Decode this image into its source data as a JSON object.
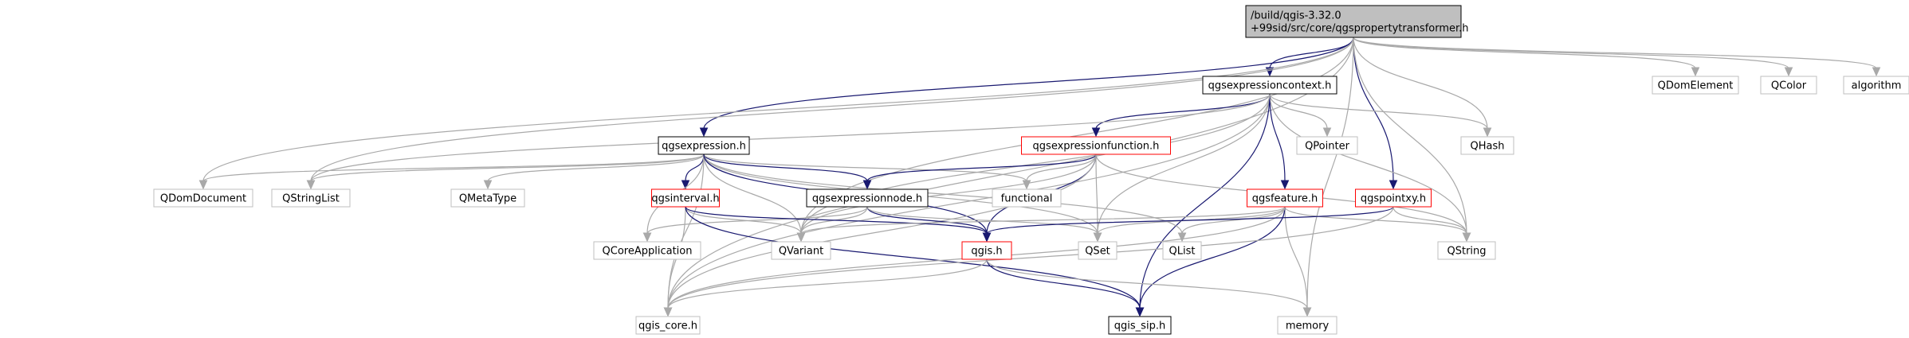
{
  "colors": {
    "edge_project": "#191970",
    "edge_external": "#a9a9a9",
    "border_normal": "#000000",
    "border_truncated": "#ff0000",
    "border_external": "#bfbfbf",
    "fill_root": "#bfbfbf",
    "fill_default": "#ffffff"
  },
  "graph": {
    "nodes": [
      {
        "id": "root",
        "kind": "root",
        "lines": [
          "/build/qgis-3.32.0",
          "+99sid/src/core/qgspropertytransformer.h"
        ]
      },
      {
        "id": "qgsexpressioncontext",
        "kind": "normal",
        "lines": [
          "qgsexpressioncontext.h"
        ]
      },
      {
        "id": "qgsexpression",
        "kind": "normal",
        "lines": [
          "qgsexpression.h"
        ]
      },
      {
        "id": "qgsexpressionfunction",
        "kind": "truncated",
        "lines": [
          "qgsexpressionfunction.h"
        ]
      },
      {
        "id": "qgsexpressionnode",
        "kind": "normal",
        "lines": [
          "qgsexpressionnode.h"
        ]
      },
      {
        "id": "qgsinterval",
        "kind": "truncated",
        "lines": [
          "qgsinterval.h"
        ]
      },
      {
        "id": "qgsfeature",
        "kind": "truncated",
        "lines": [
          "qgsfeature.h"
        ]
      },
      {
        "id": "qgspointxy",
        "kind": "truncated",
        "lines": [
          "qgspointxy.h"
        ]
      },
      {
        "id": "qgis",
        "kind": "truncated",
        "lines": [
          "qgis.h"
        ]
      },
      {
        "id": "qgis_core",
        "kind": "external",
        "lines": [
          "qgis_core.h"
        ]
      },
      {
        "id": "qgis_sip",
        "kind": "normal",
        "lines": [
          "qgis_sip.h"
        ]
      },
      {
        "id": "QDomElement",
        "kind": "external",
        "lines": [
          "QDomElement"
        ]
      },
      {
        "id": "QColor",
        "kind": "external",
        "lines": [
          "QColor"
        ]
      },
      {
        "id": "algorithm",
        "kind": "external",
        "lines": [
          "algorithm"
        ]
      },
      {
        "id": "QPointer",
        "kind": "external",
        "lines": [
          "QPointer"
        ]
      },
      {
        "id": "QHash",
        "kind": "external",
        "lines": [
          "QHash"
        ]
      },
      {
        "id": "QDomDocument",
        "kind": "external",
        "lines": [
          "QDomDocument"
        ]
      },
      {
        "id": "QStringList",
        "kind": "external",
        "lines": [
          "QStringList"
        ]
      },
      {
        "id": "QMetaType",
        "kind": "external",
        "lines": [
          "QMetaType"
        ]
      },
      {
        "id": "functional",
        "kind": "external",
        "lines": [
          "functional"
        ]
      },
      {
        "id": "QVariant",
        "kind": "external",
        "lines": [
          "QVariant"
        ]
      },
      {
        "id": "QCoreApplication",
        "kind": "external",
        "lines": [
          "QCoreApplication"
        ]
      },
      {
        "id": "QSet",
        "kind": "external",
        "lines": [
          "QSet"
        ]
      },
      {
        "id": "QList",
        "kind": "external",
        "lines": [
          "QList"
        ]
      },
      {
        "id": "QString",
        "kind": "external",
        "lines": [
          "QString"
        ]
      },
      {
        "id": "memory",
        "kind": "external",
        "lines": [
          "memory"
        ]
      }
    ],
    "edges": [
      [
        "root",
        "qgsexpressioncontext"
      ],
      [
        "root",
        "qgsexpression"
      ],
      [
        "root",
        "qgspointxy"
      ],
      [
        "root",
        "QHash"
      ],
      [
        "root",
        "QString"
      ],
      [
        "root",
        "memory"
      ],
      [
        "root",
        "QDomElement"
      ],
      [
        "root",
        "QColor"
      ],
      [
        "root",
        "algorithm"
      ],
      [
        "root",
        "QStringList"
      ],
      [
        "root",
        "QDomDocument"
      ],
      [
        "root",
        "QVariant"
      ],
      [
        "root",
        "qgis_core"
      ],
      [
        "qgsexpressioncontext",
        "qgsexpressionfunction"
      ],
      [
        "qgsexpressioncontext",
        "qgsfeature"
      ],
      [
        "qgsexpressioncontext",
        "QPointer"
      ],
      [
        "qgsexpressioncontext",
        "QHash"
      ],
      [
        "qgsexpressioncontext",
        "QString"
      ],
      [
        "qgsexpressioncontext",
        "QStringList"
      ],
      [
        "qgsexpressioncontext",
        "QSet"
      ],
      [
        "qgsexpressioncontext",
        "qgis_core"
      ],
      [
        "qgsexpressioncontext",
        "qgis_sip"
      ],
      [
        "qgsexpressioncontext",
        "QVariant"
      ],
      [
        "qgsexpression",
        "qgsexpressionnode"
      ],
      [
        "qgsexpression",
        "qgsinterval"
      ],
      [
        "qgsexpression",
        "QDomDocument"
      ],
      [
        "qgsexpression",
        "QStringList"
      ],
      [
        "qgsexpression",
        "QMetaType"
      ],
      [
        "qgsexpression",
        "functional"
      ],
      [
        "qgsexpression",
        "QVariant"
      ],
      [
        "qgsexpression",
        "QCoreApplication"
      ],
      [
        "qgsexpression",
        "QSet"
      ],
      [
        "qgsexpression",
        "QList"
      ],
      [
        "qgsexpression",
        "qgis_core"
      ],
      [
        "qgsexpression",
        "qgis"
      ],
      [
        "qgsexpressionfunction",
        "qgsexpressionnode"
      ],
      [
        "qgsexpressionfunction",
        "functional"
      ],
      [
        "qgsexpressionfunction",
        "QVariant"
      ],
      [
        "qgsexpressionfunction",
        "QSet"
      ],
      [
        "qgsexpressionfunction",
        "QString"
      ],
      [
        "qgsexpressionfunction",
        "qgis"
      ],
      [
        "qgsexpressionfunction",
        "qgis_core"
      ],
      [
        "qgsexpressionnode",
        "QCoreApplication"
      ],
      [
        "qgsexpressionnode",
        "QVariant"
      ],
      [
        "qgsexpressionnode",
        "qgis"
      ],
      [
        "qgsexpressionnode",
        "QSet"
      ],
      [
        "qgsinterval",
        "QVariant"
      ],
      [
        "qgsinterval",
        "qgis"
      ],
      [
        "qgsinterval",
        "qgis_core"
      ],
      [
        "qgsinterval",
        "qgis_sip"
      ],
      [
        "qgsfeature",
        "QVariant"
      ],
      [
        "qgsfeature",
        "QSet"
      ],
      [
        "qgsfeature",
        "QList"
      ],
      [
        "qgsfeature",
        "QString"
      ],
      [
        "qgsfeature",
        "memory"
      ],
      [
        "qgsfeature",
        "qgis_sip"
      ],
      [
        "qgsfeature",
        "qgis_core"
      ],
      [
        "qgspointxy",
        "qgis"
      ],
      [
        "qgspointxy",
        "QString"
      ],
      [
        "qgspointxy",
        "qgis_core"
      ],
      [
        "qgis",
        "qgis_core"
      ],
      [
        "qgis",
        "qgis_sip"
      ],
      [
        "qgis",
        "memory"
      ]
    ]
  }
}
